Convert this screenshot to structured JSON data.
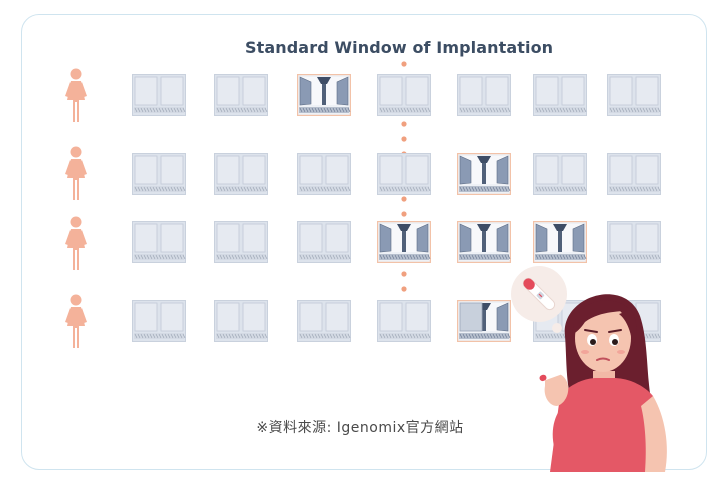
{
  "title": "Standard Window of Implantation",
  "caption": "※資料來源: Igenomix官方網站",
  "colors": {
    "person": "#f4b29a",
    "window_closed_fill": "#dde3ec",
    "window_closed_frame": "#c9d1dd",
    "window_open_frame": "#f2c2a8",
    "window_open_fill": "#8a9ab4",
    "dots": "#f0a07f",
    "title": "#3c4d63",
    "card_border": "#cfe4ef"
  },
  "rows": [
    {
      "open_windows": [
        2
      ]
    },
    {
      "open_windows": [
        4
      ]
    },
    {
      "open_windows": [
        3,
        4,
        5
      ]
    },
    {
      "open_windows": [
        4
      ]
    }
  ],
  "windows_per_row": 7,
  "illustration": {
    "figure": "woman-holding-pregnancy-test",
    "thought_bubble_icon": "pregnancy-test-icon"
  }
}
